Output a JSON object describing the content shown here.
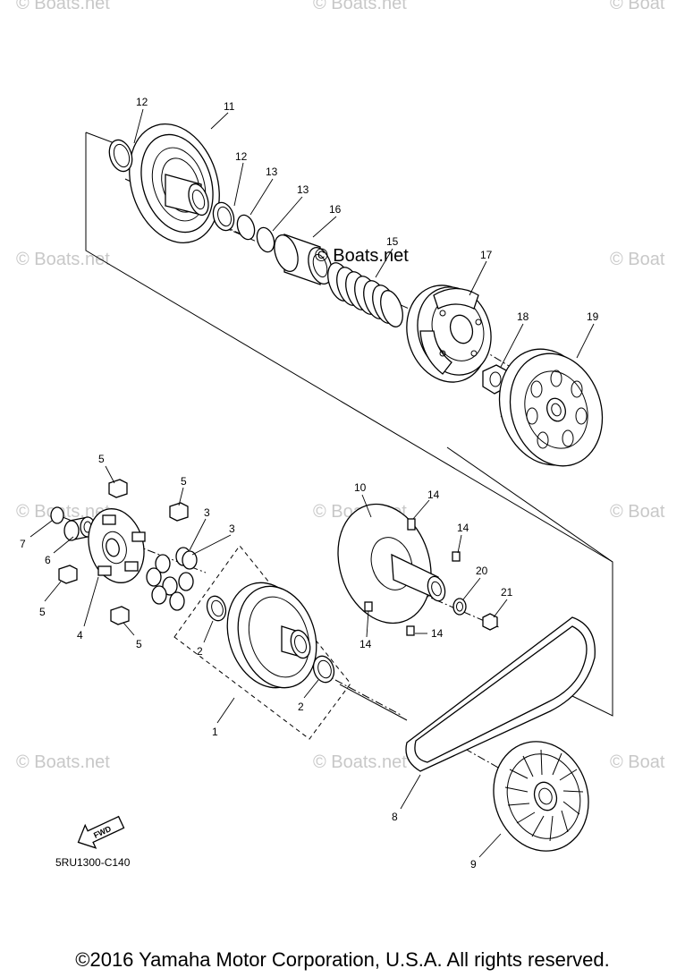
{
  "watermarks": {
    "text": "© Boats.net",
    "partial": "© Boat",
    "center": "© Boats.net"
  },
  "callouts": {
    "p1": "1",
    "p2a": "2",
    "p2b": "2",
    "p3a": "3",
    "p3b": "3",
    "p4": "4",
    "p5a": "5",
    "p5b": "5",
    "p5c": "5",
    "p5d": "5",
    "p6": "6",
    "p7": "7",
    "p8": "8",
    "p9": "9",
    "p10": "10",
    "p11": "11",
    "p12a": "12",
    "p12b": "12",
    "p13a": "13",
    "p13b": "13",
    "p14a": "14",
    "p14b": "14",
    "p14c": "14",
    "p14d": "14",
    "p15": "15",
    "p16": "16",
    "p17": "17",
    "p18": "18",
    "p19": "19",
    "p20": "20",
    "p21": "21"
  },
  "fwd_label": "FWD",
  "diagram_code": "5RU1300-C140",
  "copyright": "©2016 Yamaha Motor Corporation, U.S.A. All rights reserved.",
  "icons": [
    "fwd-arrow-icon"
  ]
}
